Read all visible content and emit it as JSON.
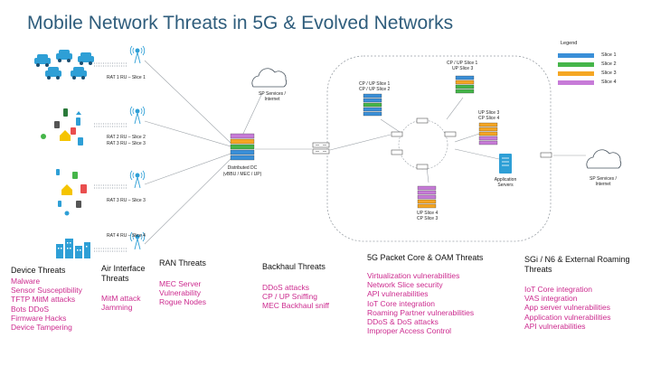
{
  "title": "Mobile Network Threats in 5G & Evolved Networks",
  "colors": {
    "title": "#2f5d7c",
    "threat_text": "#cc2a8e",
    "icon_blue": "#2e9fd6",
    "slice1": "#3a8fd8",
    "slice2": "#45b549",
    "slice3": "#f5a623",
    "slice4": "#c77bd8"
  },
  "legend": {
    "title": "Legend",
    "items": [
      "Slice 1",
      "Slice 2",
      "Slice 3",
      "Slice 4"
    ]
  },
  "nodes": {
    "rat1": "RAT 1 RU – Slice 1",
    "rat23_line1": "RAT 2 RU – Slice 2",
    "rat23_line2": "RAT 3 RU – Slice 3",
    "rat3": "RAT 3 RU – Slice 3",
    "rat4": "RAT 4 RU – Slice 4",
    "sp_services_left_1": "SP Services /",
    "sp_services_left_2": "Internet",
    "sp_services_right_1": "SP Services /",
    "sp_services_right_2": "Internet",
    "dist_dc_1": "Distributed DC",
    "dist_dc_2": "(vBBU / MEC / UP)",
    "cpup12_1": "CP / UP Slice 1",
    "cpup12_2": "CP / UP Slice 2",
    "cpup13_1": "CP / UP Slice 1",
    "cpup13_2": "UP Slice 3",
    "upcp34_1": "UP Slice 3",
    "upcp34_2": "CP Slice 4",
    "upcp43_1": "UP Slice 4",
    "upcp43_2": "CP Slice 3",
    "app_servers_1": "Application",
    "app_servers_2": "Servers"
  },
  "threats": {
    "device": {
      "header": "Device Threats",
      "items": [
        "Malware",
        "Sensor Susceptibility",
        "TFTP MitM attacks",
        "Bots DDoS",
        "Firmware Hacks",
        "Device Tampering"
      ]
    },
    "air": {
      "header_line1": "Air Interface",
      "header_line2": "Threats",
      "items": [
        "MitM attack",
        "Jamming"
      ]
    },
    "ran": {
      "header": "RAN Threats",
      "items": [
        "MEC Server",
        "Vulnerability",
        "Rogue Nodes"
      ]
    },
    "backhaul": {
      "header": "Backhaul Threats",
      "items": [
        "DDoS attacks",
        "CP / UP Sniffing",
        "MEC Backhaul sniff"
      ]
    },
    "core": {
      "header": "5G Packet Core & OAM Threats",
      "items": [
        "Virtualization vulnerabilities",
        "Network Slice security",
        "API vulnerabilities",
        "IoT Core integration",
        "Roaming Partner vulnerabilities",
        "DDoS & DoS attacks",
        "Improper Access Control"
      ]
    },
    "sgi": {
      "header_line1": "SGi / N6 & External Roaming",
      "header_line2": "Threats",
      "items": [
        "IoT Core integration",
        "VAS  integration",
        "App  server vulnerabilities",
        "Application  vulnerabilities",
        "API vulnerabilities"
      ]
    }
  }
}
